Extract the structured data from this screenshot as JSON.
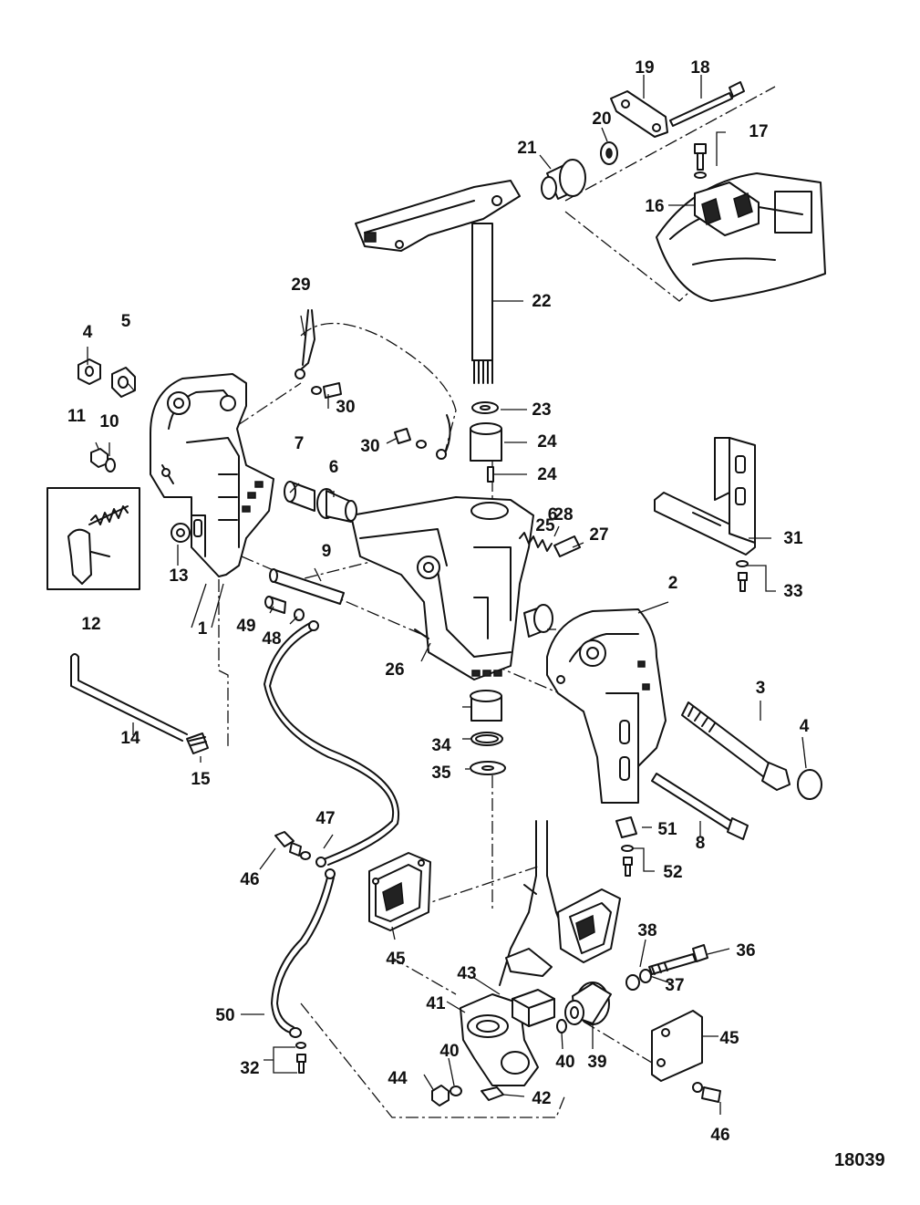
{
  "drawing_number": "18039",
  "callouts": [
    {
      "label": "1"
    },
    {
      "label": "2"
    },
    {
      "label": "3"
    },
    {
      "label": "4"
    },
    {
      "label": "4"
    },
    {
      "label": "5"
    },
    {
      "label": "6"
    },
    {
      "label": "6"
    },
    {
      "label": "7"
    },
    {
      "label": "8"
    },
    {
      "label": "9"
    },
    {
      "label": "10"
    },
    {
      "label": "11"
    },
    {
      "label": "12"
    },
    {
      "label": "13"
    },
    {
      "label": "14"
    },
    {
      "label": "15"
    },
    {
      "label": "16"
    },
    {
      "label": "17"
    },
    {
      "label": "18"
    },
    {
      "label": "19"
    },
    {
      "label": "20"
    },
    {
      "label": "21"
    },
    {
      "label": "22"
    },
    {
      "label": "23"
    },
    {
      "label": "24"
    },
    {
      "label": "24"
    },
    {
      "label": "25"
    },
    {
      "label": "26"
    },
    {
      "label": "27"
    },
    {
      "label": "28"
    },
    {
      "label": "29"
    },
    {
      "label": "30"
    },
    {
      "label": "30"
    },
    {
      "label": "31"
    },
    {
      "label": "32"
    },
    {
      "label": "33"
    },
    {
      "label": "34"
    },
    {
      "label": "35"
    },
    {
      "label": "36"
    },
    {
      "label": "37"
    },
    {
      "label": "38"
    },
    {
      "label": "39"
    },
    {
      "label": "40"
    },
    {
      "label": "40"
    },
    {
      "label": "41"
    },
    {
      "label": "42"
    },
    {
      "label": "43"
    },
    {
      "label": "44"
    },
    {
      "label": "45"
    },
    {
      "label": "45"
    },
    {
      "label": "46"
    },
    {
      "label": "46"
    },
    {
      "label": "47"
    },
    {
      "label": "48"
    },
    {
      "label": "49"
    },
    {
      "label": "50"
    },
    {
      "label": "51"
    },
    {
      "label": "52"
    }
  ]
}
